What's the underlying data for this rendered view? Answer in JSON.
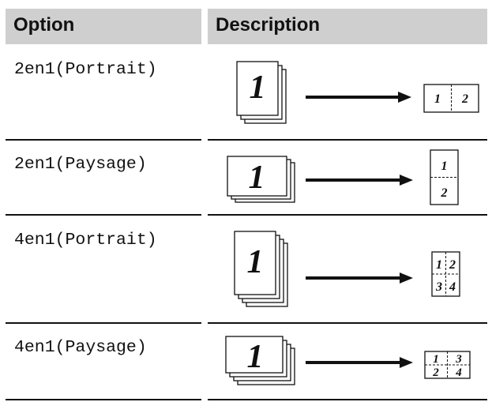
{
  "header": {
    "option": "Option",
    "description": "Description"
  },
  "rows": [
    {
      "option": "2en1(Portrait)",
      "source_digit": "1",
      "result_digits": [
        "1",
        "2"
      ]
    },
    {
      "option": "2en1(Paysage)",
      "source_digit": "1",
      "result_digits": [
        "1",
        "2"
      ]
    },
    {
      "option": "4en1(Portrait)",
      "source_digit": "1",
      "result_digits": [
        "1",
        "2",
        "3",
        "4"
      ]
    },
    {
      "option": "4en1(Paysage)",
      "source_digit": "1",
      "result_digits": [
        "1",
        "3",
        "2",
        "4"
      ]
    }
  ]
}
